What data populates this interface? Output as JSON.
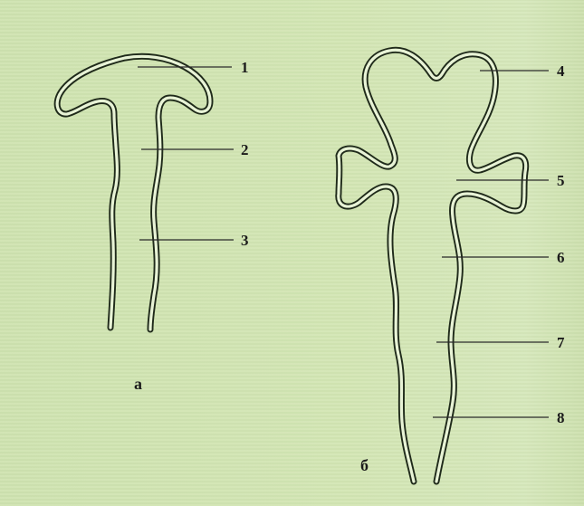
{
  "figure": {
    "subfigures": [
      {
        "id": "a",
        "caption": "а"
      },
      {
        "id": "b",
        "caption": "б"
      }
    ],
    "labels": [
      "1",
      "2",
      "3",
      "4",
      "5",
      "6",
      "7",
      "8"
    ]
  },
  "colors": {
    "background": "#d2e5b3",
    "outline": "#1f2a1a",
    "leader": "#2a2a2a"
  }
}
